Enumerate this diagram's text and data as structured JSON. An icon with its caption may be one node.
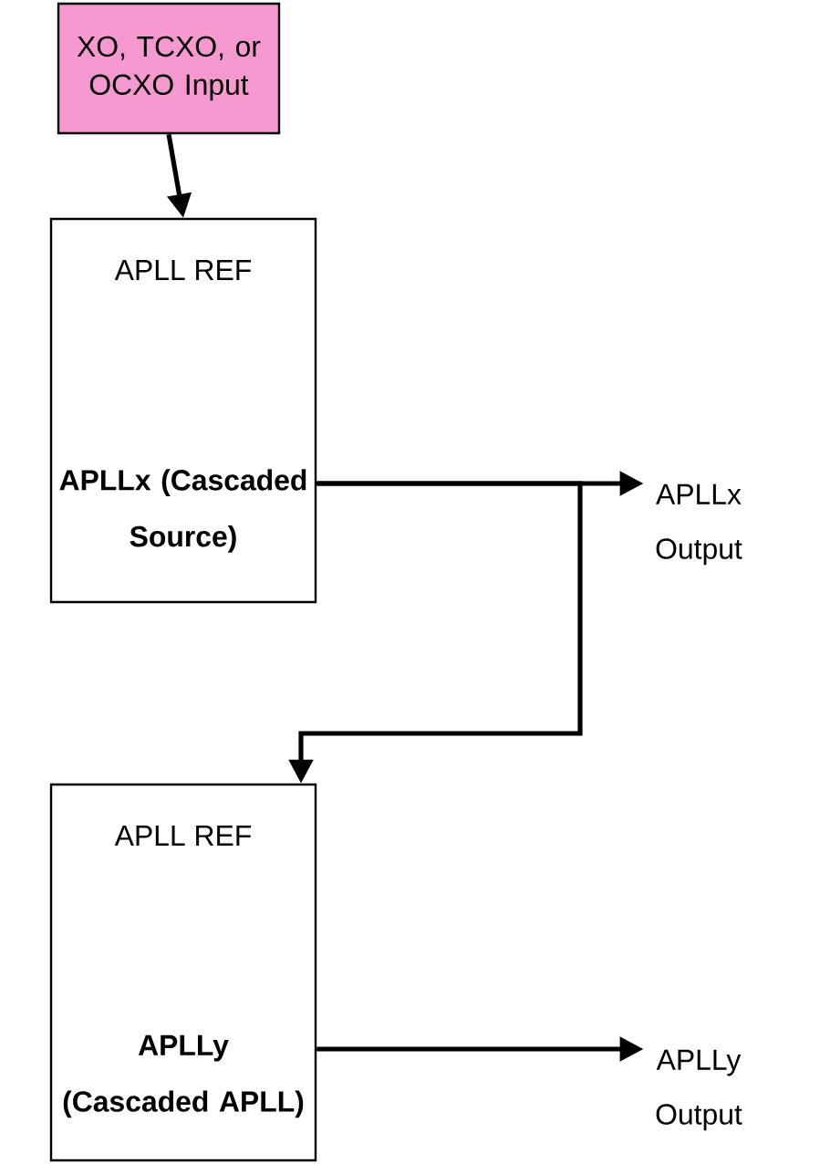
{
  "diagram": {
    "nodes": [
      {
        "text": [
          "XO, TCXO, or OCXO Input"
        ]
      },
      {
        "text": [
          "APLL REF",
          "APLLx (Cascaded Source)"
        ]
      },
      {
        "text": [
          "APLLx Output"
        ]
      },
      {
        "text": [
          "APLL REF",
          "APLLy (Cascaded APLL)"
        ]
      },
      {
        "text": [
          "APLLy Output"
        ]
      }
    ],
    "edges": [
      {
        "from": 0,
        "to": 1,
        "arrow": "to"
      },
      {
        "from": 1,
        "to": 2,
        "arrow": "to"
      },
      {
        "from": 1,
        "to": 3,
        "arrow": "to"
      },
      {
        "from": 3,
        "to": 4,
        "arrow": "to"
      }
    ]
  }
}
